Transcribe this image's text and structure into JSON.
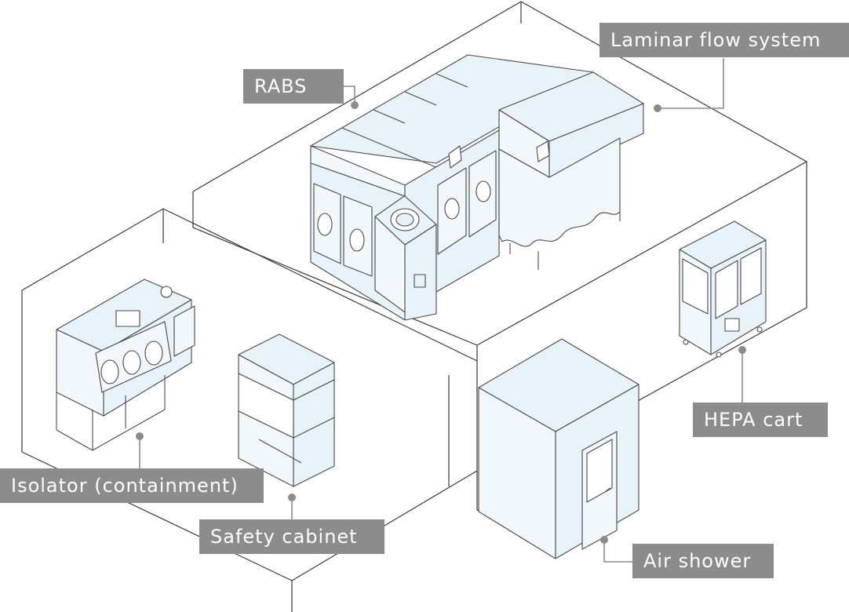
{
  "diagram": {
    "labels": {
      "laminar_flow_system": "Laminar flow system",
      "rabs": "RABS",
      "hepa_cart": "HEPA cart",
      "isolator": "Isolator (containment)",
      "safety_cabinet": "Safety cabinet",
      "air_shower": "Air shower"
    },
    "colors": {
      "equipment_fill": "#e8f2f9",
      "equipment_fill_light": "#f1f7fb",
      "outline": "#4a4a4a",
      "room_outline": "#3a3a3a",
      "label_bg": "#8c8c8c",
      "label_text": "#ffffff",
      "leader_line": "#8c8c8c"
    }
  }
}
